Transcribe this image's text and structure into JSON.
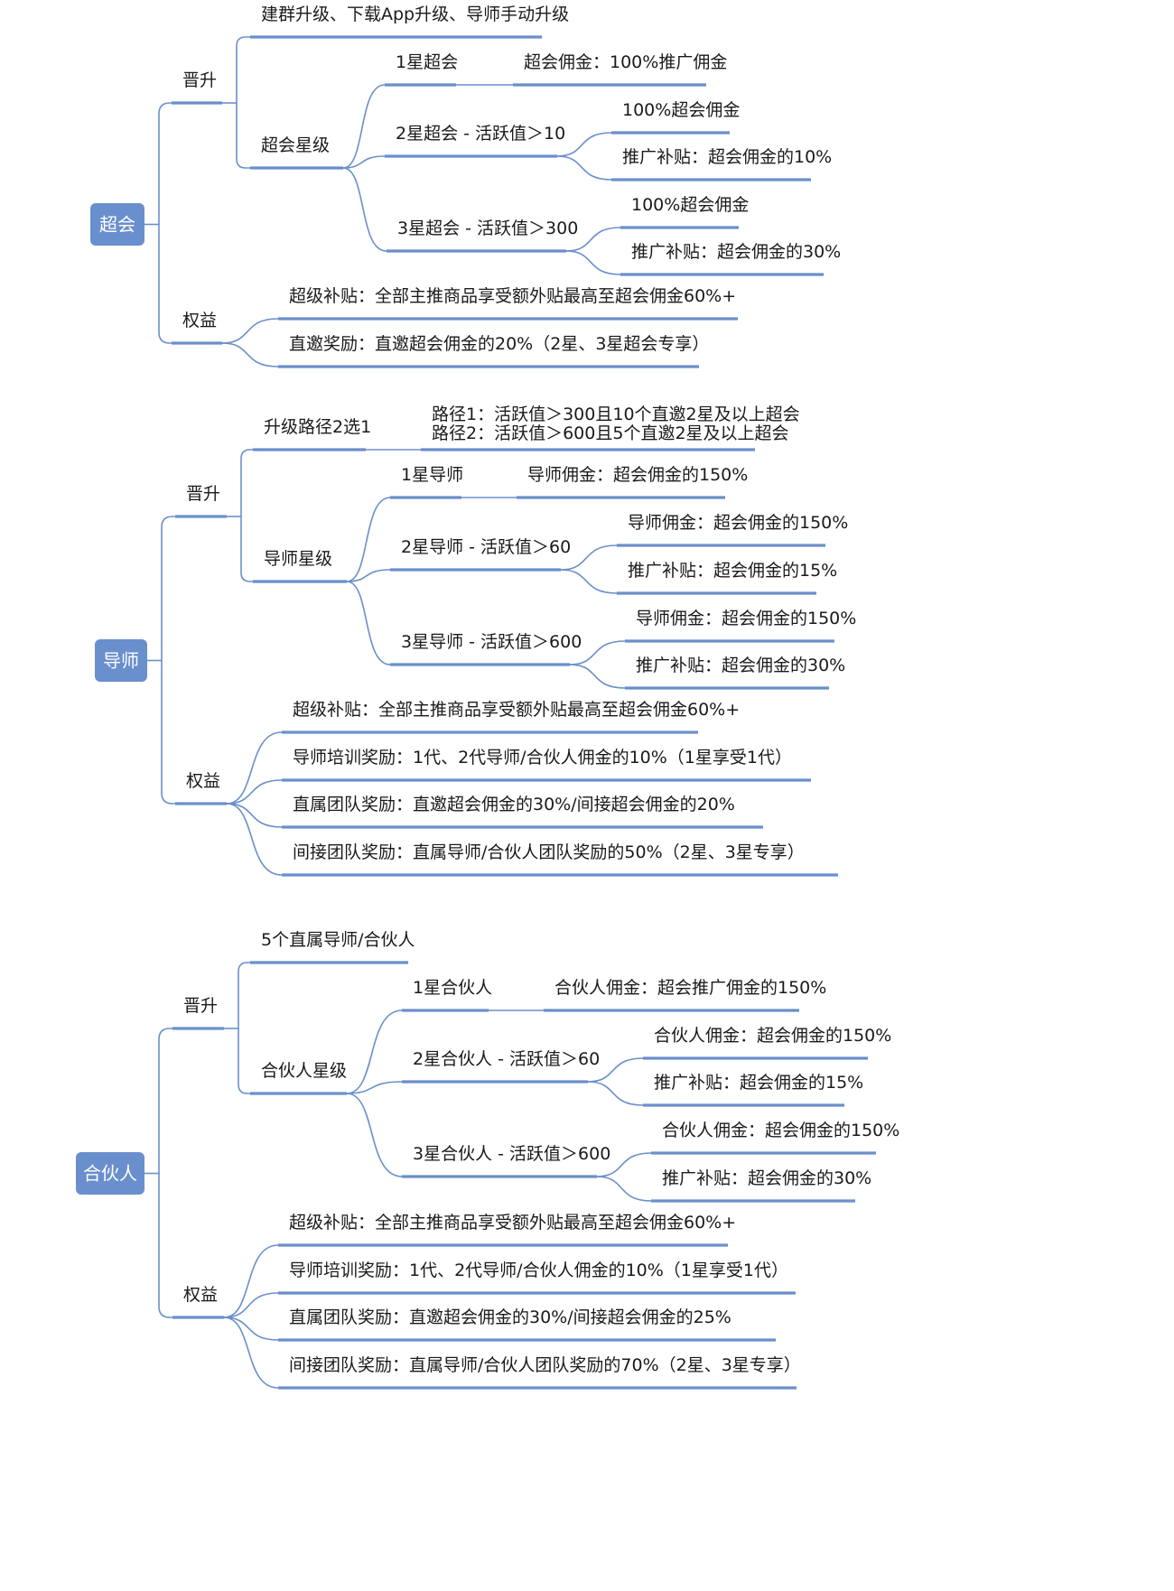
{
  "sections": [
    {
      "root": "超会",
      "promotion": {
        "label": "晋升",
        "methods": "建群升级、下载App升级、导师手动升级",
        "levels_label": "超会星级",
        "levels": [
          {
            "name": "1星超会",
            "rewards": [
              "超会佣金：100%推广佣金"
            ]
          },
          {
            "name": "2星超会 - 活跃值＞10",
            "rewards": [
              "100%超会佣金",
              "推广补贴：超会佣金的10%"
            ]
          },
          {
            "name": "3星超会 - 活跃值＞300",
            "rewards": [
              "100%超会佣金",
              "推广补贴：超会佣金的30%"
            ]
          }
        ]
      },
      "benefits": {
        "label": "权益",
        "items": [
          "超级补贴：全部主推商品享受额外贴最高至超会佣金60%+",
          "直邀奖励：直邀超会佣金的20%（2星、3星超会专享）"
        ]
      }
    },
    {
      "root": "导师",
      "promotion": {
        "label": "晋升",
        "paths_label": "升级路径2选1",
        "paths": [
          "路径1：活跃值＞300且10个直邀2星及以上超会",
          "路径2：活跃值＞600且5个直邀2星及以上超会"
        ],
        "levels_label": "导师星级",
        "levels": [
          {
            "name": "1星导师",
            "rewards": [
              "导师佣金：超会佣金的150%"
            ]
          },
          {
            "name": "2星导师 - 活跃值＞60",
            "rewards": [
              "导师佣金：超会佣金的150%",
              "推广补贴：超会佣金的15%"
            ]
          },
          {
            "name": "3星导师 - 活跃值＞600",
            "rewards": [
              "导师佣金：超会佣金的150%",
              "推广补贴：超会佣金的30%"
            ]
          }
        ]
      },
      "benefits": {
        "label": "权益",
        "items": [
          "超级补贴：全部主推商品享受额外贴最高至超会佣金60%+",
          "导师培训奖励：1代、2代导师/合伙人佣金的10%（1星享受1代）",
          "直属团队奖励：直邀超会佣金的30%/间接超会佣金的20%",
          "间接团队奖励：直属导师/合伙人团队奖励的50%（2星、3星专享）"
        ]
      }
    },
    {
      "root": "合伙人",
      "promotion": {
        "label": "晋升",
        "methods": "5个直属导师/合伙人",
        "levels_label": "合伙人星级",
        "levels": [
          {
            "name": "1星合伙人",
            "rewards": [
              "合伙人佣金：超会推广佣金的150%"
            ]
          },
          {
            "name": "2星合伙人 - 活跃值＞60",
            "rewards": [
              "合伙人佣金：超会佣金的150%",
              "推广补贴：超会佣金的15%"
            ]
          },
          {
            "name": "3星合伙人 - 活跃值＞600",
            "rewards": [
              "合伙人佣金：超会佣金的150%",
              "推广补贴：超会佣金的30%"
            ]
          }
        ]
      },
      "benefits": {
        "label": "权益",
        "items": [
          "超级补贴：全部主推商品享受额外贴最高至超会佣金60%+",
          "导师培训奖励：1代、2代导师/合伙人佣金的10%（1星享受1代）",
          "直属团队奖励：直邀超会佣金的30%/间接超会佣金的25%",
          "间接团队奖励：直属导师/合伙人团队奖励的70%（2星、3星专享）"
        ]
      }
    }
  ]
}
